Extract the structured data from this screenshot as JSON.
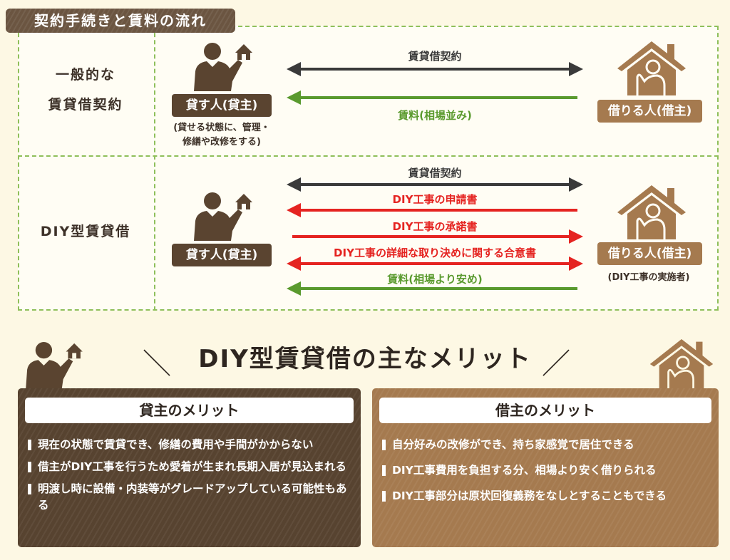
{
  "section_title": "契約手続きと賃料の流れ",
  "colors": {
    "dark_brown": "#5a4430",
    "light_brown": "#a57a4f",
    "green": "#5a9a2e",
    "red": "#e52421",
    "black": "#3a3a3a"
  },
  "general": {
    "label_line1": "一般的な",
    "label_line2": "賃貸借契約",
    "landlord": "貸す人(貸主)",
    "landlord_note_line1": "(貸せる状態に、管理・",
    "landlord_note_line2": "修繕や改修をする)",
    "tenant": "借りる人(借主)",
    "arrows": [
      {
        "label": "賃貸借契約",
        "direction": "both",
        "color": "black"
      },
      {
        "label": "賃料(相場並み)",
        "direction": "left",
        "color": "green"
      }
    ]
  },
  "diy": {
    "label": "DIY型賃貸借",
    "landlord": "貸す人(貸主)",
    "tenant": "借りる人(借主)",
    "tenant_note": "(DIY工事の実施者)",
    "arrows": [
      {
        "label": "賃貸借契約",
        "direction": "both",
        "color": "black"
      },
      {
        "label": "DIY工事の申請書",
        "direction": "left",
        "color": "red"
      },
      {
        "label": "DIY工事の承諾書",
        "direction": "right",
        "color": "red"
      },
      {
        "label": "DIY工事の詳細な取り決めに関する合意書",
        "direction": "both",
        "color": "red"
      },
      {
        "label": "賃料(相場より安め)",
        "direction": "left",
        "color": "green"
      }
    ]
  },
  "merits": {
    "title": "DIY型賃貸借の主なメリット",
    "landlord": {
      "heading": "貸主のメリット",
      "items": [
        "現在の状態で賃貸でき、修繕の費用や手間がかからない",
        "借主がDIY工事を行うため愛着が生まれ長期入居が見込まれる",
        "明渡し時に設備・内装等がグレードアップしている可能性もある"
      ]
    },
    "tenant": {
      "heading": "借主のメリット",
      "items": [
        "自分好みの改修ができ、持ち家感覚で居住できる",
        "DIY工事費用を負担する分、相場より安く借りられる",
        "DIY工事部分は原状回復義務をなしとすることもできる"
      ]
    }
  }
}
